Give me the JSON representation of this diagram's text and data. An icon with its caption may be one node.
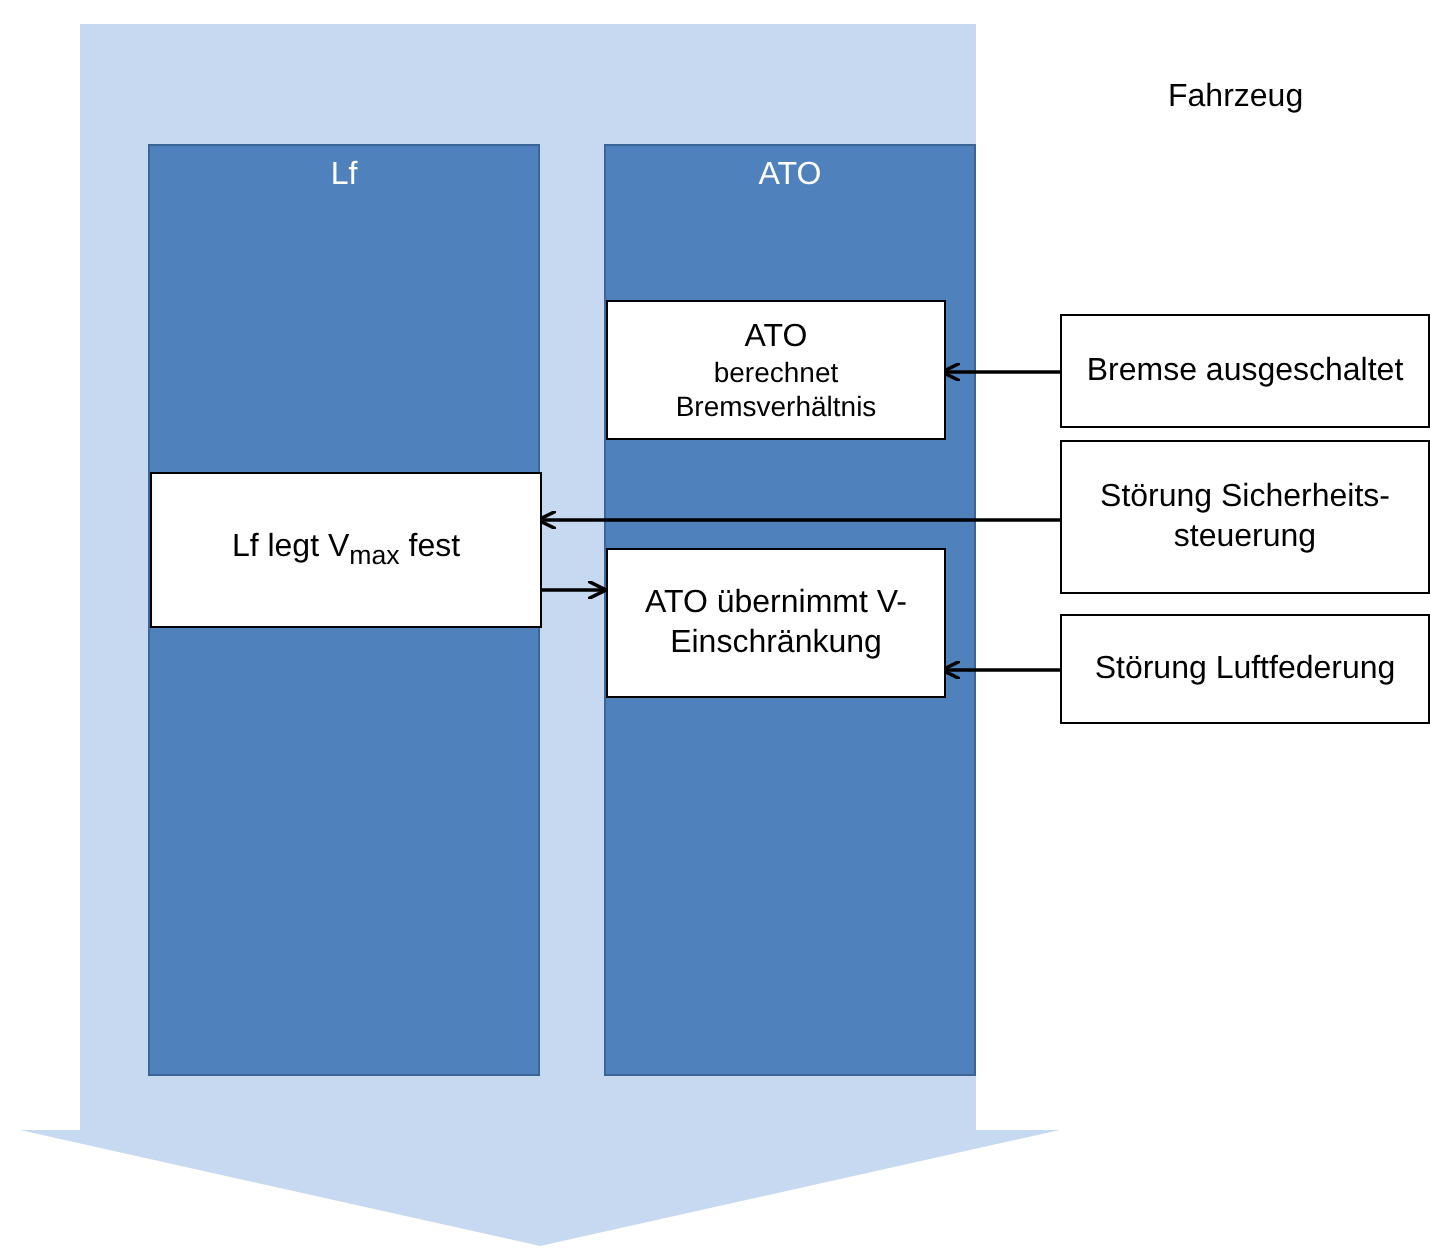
{
  "diagram": {
    "nodes": [
      {
        "text": [],
        "shape": "arrow"
      },
      {
        "text": [
          "Lf"
        ],
        "in": 0
      },
      {
        "text": [
          "ATO"
        ],
        "in": 0
      },
      {
        "text": [
          "ATO",
          "berechnet Bremsverhältnis"
        ],
        "in": 2
      },
      {
        "text": [
          "Lf legt V$_{max}$ fest"
        ],
        "in": 1
      },
      {
        "text": [
          "ATO übernimmt V- Einschränkung"
        ],
        "in": 2
      },
      {
        "text": [
          "Bremse ausgeschaltet"
        ]
      },
      {
        "text": [
          "Störung Sicherheits- steuerung"
        ]
      },
      {
        "text": [
          "Störung Luftfederung"
        ]
      }
    ],
    "edges": [
      {
        "from": 6,
        "to": 3,
        "arrow": "to"
      },
      {
        "from": 7,
        "to": 4,
        "arrow": "to"
      },
      {
        "from": 4,
        "to": 5,
        "arrow": "to"
      },
      {
        "from": 8,
        "to": 5,
        "arrow": "to"
      }
    ],
    "labels": [
      "Fahrzeug"
    ]
  }
}
